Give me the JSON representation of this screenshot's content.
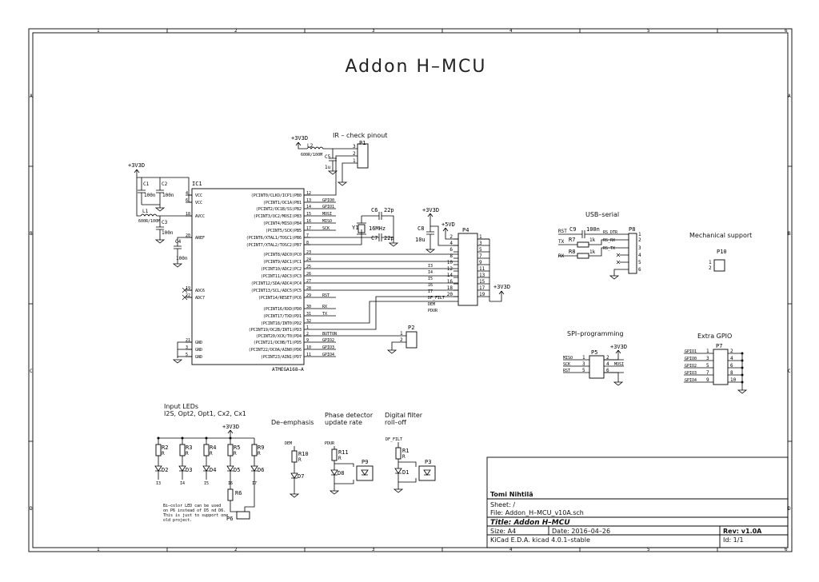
{
  "sheet": {
    "title": "Addon H–MCU",
    "col_labels": [
      "1",
      "2",
      "3",
      "4",
      "5",
      "6"
    ],
    "row_labels": [
      "A",
      "B",
      "C",
      "D"
    ]
  },
  "title_block": {
    "author": "Tomi Nihtilä",
    "sheet": "Sheet: /",
    "file": "File: Addon_H–MCU_v10A.sch",
    "title": "Title: Addon H–MCU",
    "size": "Size: A4",
    "date": "Date: 2016–04–26",
    "rev": "Rev: v1.0A",
    "tool": "KiCad E.D.A.  kicad 4.0.1–stable",
    "id": "Id: 1/1"
  },
  "power": {
    "v33": "+3V3D",
    "v5": "+5VD"
  },
  "mcu": {
    "ref": "IC1",
    "part": "ATMEGA168–A",
    "left_pins": [
      {
        "num": "4",
        "name": "VCC"
      },
      {
        "num": "6",
        "name": "VCC"
      },
      {
        "num": "18",
        "name": "AVCC"
      },
      {
        "num": "20",
        "name": "AREF"
      },
      {
        "num": "19",
        "name": "ADC6"
      },
      {
        "num": "22",
        "name": "ADC7"
      },
      {
        "num": "21",
        "name": "GND"
      },
      {
        "num": "3",
        "name": "GND"
      },
      {
        "num": "5",
        "name": "GND"
      }
    ],
    "right_pins": [
      {
        "num": "12",
        "name": "(PCINT0/CLKO/ICP1)PB0",
        "net": ""
      },
      {
        "num": "13",
        "name": "(PCINT1/OC1A)PB1",
        "net": "GPIO0"
      },
      {
        "num": "14",
        "name": "(PCINT2/OC1B/SS)PB2",
        "net": "GPIO1"
      },
      {
        "num": "15",
        "name": "(PCINT3/OC2/MOSI)PB3",
        "net": "MOSI"
      },
      {
        "num": "16",
        "name": "(PCINT4/MISO)PB4",
        "net": "MISO"
      },
      {
        "num": "17",
        "name": "(PCINT5/SCK)PB5",
        "net": "SCK"
      },
      {
        "num": "7",
        "name": "(PCINT6/XTAL1/TOSC1)PB6",
        "net": ""
      },
      {
        "num": "8",
        "name": "(PCINT7/XTAL2/TOSC2)PB7",
        "net": ""
      },
      {
        "num": "23",
        "name": "(PCINT8/ADC0)PC0",
        "net": ""
      },
      {
        "num": "24",
        "name": "(PCINT9/ADC1)PC1",
        "net": ""
      },
      {
        "num": "25",
        "name": "(PCINT10/ADC2)PC2",
        "net": ""
      },
      {
        "num": "26",
        "name": "(PCINT11/ADC3)PC3",
        "net": ""
      },
      {
        "num": "27",
        "name": "(PCINT12/SDA/ADC4)PC4",
        "net": ""
      },
      {
        "num": "28",
        "name": "(PCINT13/SCL/ADC5)PC5",
        "net": ""
      },
      {
        "num": "29",
        "name": "(PCINT14/RESET)PC6",
        "net": "RST"
      },
      {
        "num": "30",
        "name": "(PCINT16/RXD)PD0",
        "net": "RX"
      },
      {
        "num": "31",
        "name": "(PCINT17/TXD)PD1",
        "net": "TX"
      },
      {
        "num": "32",
        "name": "(PCINT18/INT0)PD2",
        "net": ""
      },
      {
        "num": "1",
        "name": "(PCINT19/OC2B/INT1)PD3",
        "net": ""
      },
      {
        "num": "2",
        "name": "(PCINT20/XCK/T0)PD4",
        "net": "BUTTON"
      },
      {
        "num": "9",
        "name": "(PCINT21/OC0B/T1)PD5",
        "net": "GPIO2"
      },
      {
        "num": "10",
        "name": "(PCINT22/OC0A/AIN0)PD6",
        "net": "GPIO3"
      },
      {
        "num": "11",
        "name": "(PCINT23/AIN1)PD7",
        "net": "GPIO4"
      }
    ]
  },
  "decoupling": {
    "c1": "C1",
    "c1v": "100n",
    "c2": "C2",
    "c2v": "100n",
    "c3": "C3",
    "c3v": "100n",
    "c4": "C4",
    "c4v": "100n",
    "l1": "L1",
    "l1v": "600R/100M"
  },
  "ir": {
    "label": "IR – check pinout",
    "conn": "P1",
    "l2": "L2",
    "l2v": "600R/100M",
    "c5": "C5",
    "c5v": "1u",
    "pins": [
      "3",
      "2",
      "1"
    ]
  },
  "crystal": {
    "y1": "Y1",
    "freq": "16MHz",
    "c6": "C6",
    "c6v": "22p",
    "c7": "C7",
    "c7v": "22p",
    "c8": "C8",
    "c8v": "10u"
  },
  "p4": {
    "ref": "P4",
    "left_nums": [
      "2",
      "4",
      "6",
      "8",
      "10",
      "12",
      "14",
      "16",
      "18",
      "20"
    ],
    "right_nums": [
      "1",
      "3",
      "5",
      "7",
      "9",
      "11",
      "13",
      "15",
      "17",
      "19"
    ],
    "nets": [
      "I3",
      "I4",
      "I5",
      "I6",
      "I7",
      "DF_FILT",
      "DEM",
      "PDUR"
    ]
  },
  "button": {
    "conn": "P2",
    "pins": [
      "1",
      "2"
    ]
  },
  "usb_serial": {
    "label": "USB–serial",
    "conn": "P8",
    "c9": "C9",
    "c9v": "100n",
    "r7": "R7",
    "r7v": "1k",
    "r8": "R8",
    "r8v": "1k",
    "left_nets": [
      "RST",
      "TX",
      "RX"
    ],
    "right_nets": [
      "RS_DTR",
      "RS_RX",
      "RS_TX"
    ],
    "pins": [
      "1",
      "2",
      "3",
      "4",
      "5",
      "6"
    ]
  },
  "mech": {
    "label": "Mechanical support",
    "conn": "P10",
    "pins": [
      "1",
      "2"
    ]
  },
  "spi": {
    "label": "SPI–programming",
    "conn": "P5",
    "left_nets": [
      "MISO",
      "SCK",
      "RST"
    ],
    "right_nets": [
      "",
      "MOSI",
      ""
    ],
    "left_nums": [
      "1",
      "3",
      "5"
    ],
    "right_nums": [
      "2",
      "4",
      "6"
    ]
  },
  "gpio": {
    "label": "Extra GPIO",
    "conn": "P7",
    "nets": [
      "GPIO1",
      "GPIO0",
      "GPIO2",
      "GPIO3",
      "GPIO4"
    ],
    "left_nums": [
      "1",
      "3",
      "5",
      "7",
      "9"
    ],
    "right_nums": [
      "2",
      "4",
      "6",
      "8",
      "10"
    ]
  },
  "leds": {
    "label": "Input LEDs",
    "sub": "I2S, Opt2, Opt1, Cx2, Cx1",
    "resistors": [
      "R2",
      "R3",
      "R4",
      "R5",
      "R9"
    ],
    "rval": "R",
    "diodes": [
      "D2",
      "D3",
      "D4",
      "D5",
      "D6"
    ],
    "nets": [
      "I3",
      "I4",
      "I5",
      "I6",
      "I7"
    ],
    "r6": "R6",
    "p6": "P6",
    "note1": "Bi–color LED can be used",
    "note2": "on P6 instead of D5 nd D6.",
    "note3": "This is just to support one",
    "note4": "old project."
  },
  "deemph": {
    "label": "De–emphasis",
    "net": "DEM",
    "r": "R10",
    "rv": "R",
    "d": "D7"
  },
  "phase": {
    "label1": "Phase detector",
    "label2": "update rate",
    "net": "PDUR",
    "r": "R11",
    "rv": "R",
    "d": "D8",
    "p": "P9"
  },
  "dfilt": {
    "label1": "Digital filter",
    "label2": "roll–off",
    "net": "DF_FILT",
    "r": "R1",
    "rv": "R",
    "d": "D1",
    "p": "P3"
  }
}
